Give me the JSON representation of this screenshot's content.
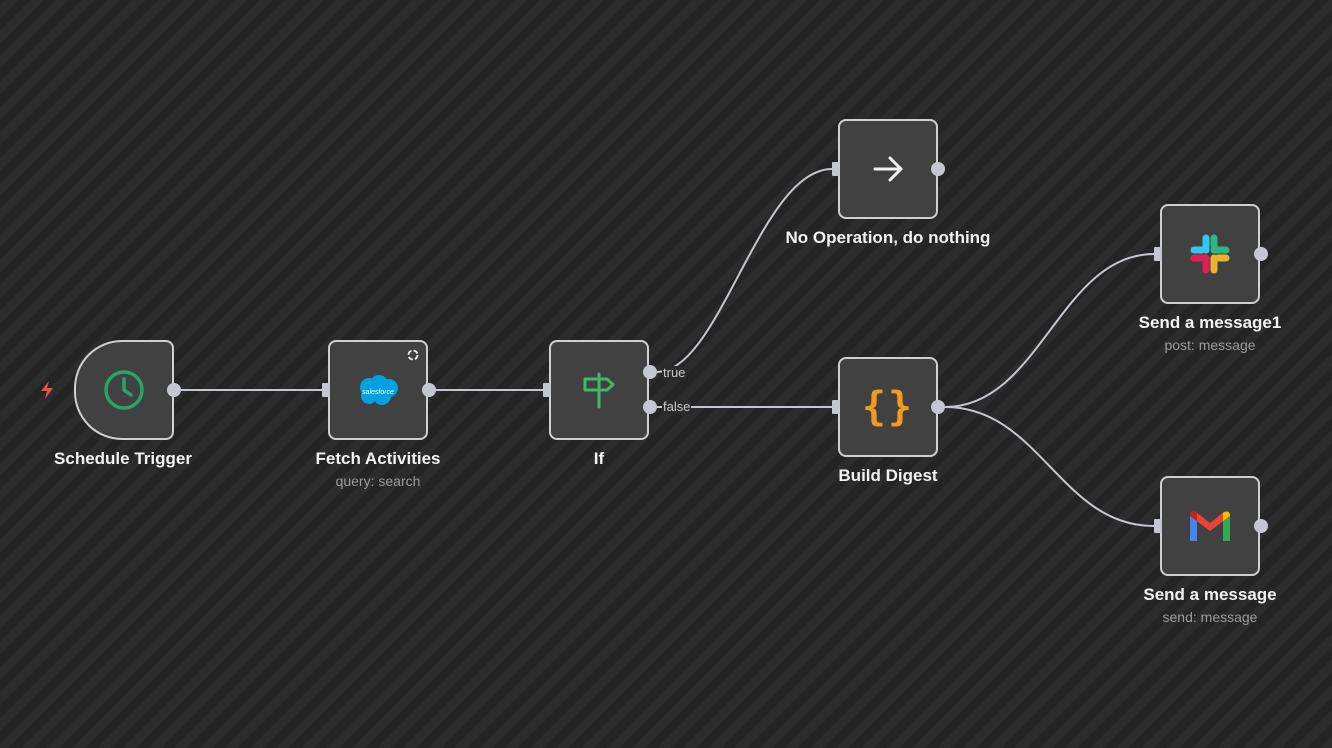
{
  "workflow": {
    "nodes": [
      {
        "id": "schedule",
        "label": "Schedule Trigger",
        "subtitle": "",
        "icon": "clock-icon",
        "type": "trigger"
      },
      {
        "id": "fetch",
        "label": "Fetch Activities",
        "subtitle": "query: search",
        "icon": "salesforce-icon",
        "badge_icon": "refresh-icon",
        "icon_text": "salesforce"
      },
      {
        "id": "if",
        "label": "If",
        "subtitle": "",
        "icon": "signpost-icon"
      },
      {
        "id": "noop",
        "label": "No Operation, do nothing",
        "subtitle": "",
        "icon": "arrow-right-icon"
      },
      {
        "id": "digest",
        "label": "Build Digest",
        "subtitle": "",
        "icon": "braces-icon",
        "icon_text": "{}"
      },
      {
        "id": "slack",
        "label": "Send a message1",
        "subtitle": "post: message",
        "icon": "slack-icon"
      },
      {
        "id": "gmail",
        "label": "Send a message",
        "subtitle": "send: message",
        "icon": "gmail-icon"
      }
    ],
    "branches": {
      "true_label": "true",
      "false_label": "false"
    },
    "connections": [
      {
        "from": "schedule",
        "to": "fetch"
      },
      {
        "from": "fetch",
        "to": "if"
      },
      {
        "from": "if",
        "to": "noop",
        "branch": "true"
      },
      {
        "from": "if",
        "to": "digest",
        "branch": "false"
      },
      {
        "from": "digest",
        "to": "slack"
      },
      {
        "from": "digest",
        "to": "gmail"
      }
    ]
  },
  "colors": {
    "canvas_bg": "#2a2a2a",
    "node_bg": "#414141",
    "node_border": "#cfcfd4",
    "wire": "#c5c7d0",
    "trigger_accent": "#29a36a",
    "if_accent": "#3fb968",
    "digest_accent": "#f29a1d",
    "salesforce_blue": "#00a1e0",
    "bolt": "#e5534b"
  },
  "trigger_marker_icon": "lightning-bolt-icon"
}
